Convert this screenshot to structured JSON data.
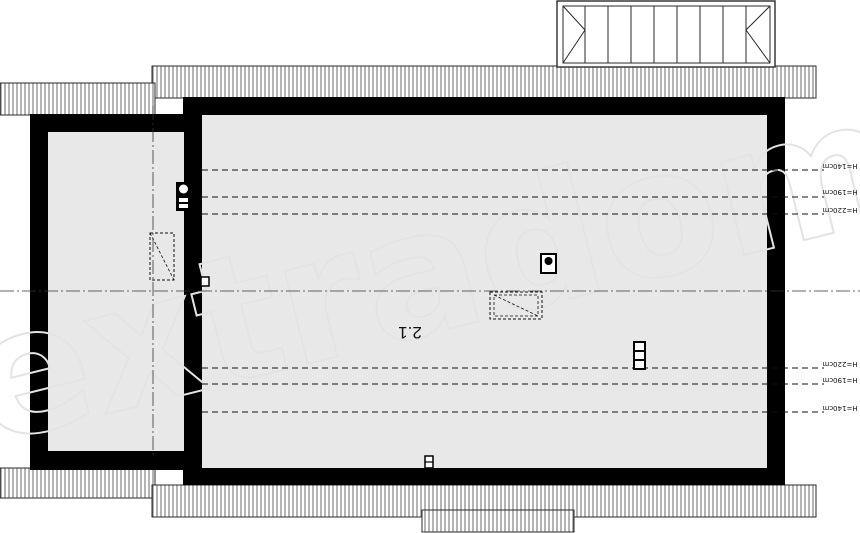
{
  "plan": {
    "room_label": "2.1",
    "height_lines": {
      "top": [
        "H=140cm",
        "H=190cm",
        "H=220cm"
      ],
      "bottom": [
        "H=220cm",
        "H=190cm",
        "H=140cm"
      ]
    },
    "watermark": "extradom"
  },
  "colors": {
    "wall": "#000000",
    "floor": "#e8e8e8",
    "roof_hatch": "#2a2a2a",
    "background": "#ffffff"
  }
}
